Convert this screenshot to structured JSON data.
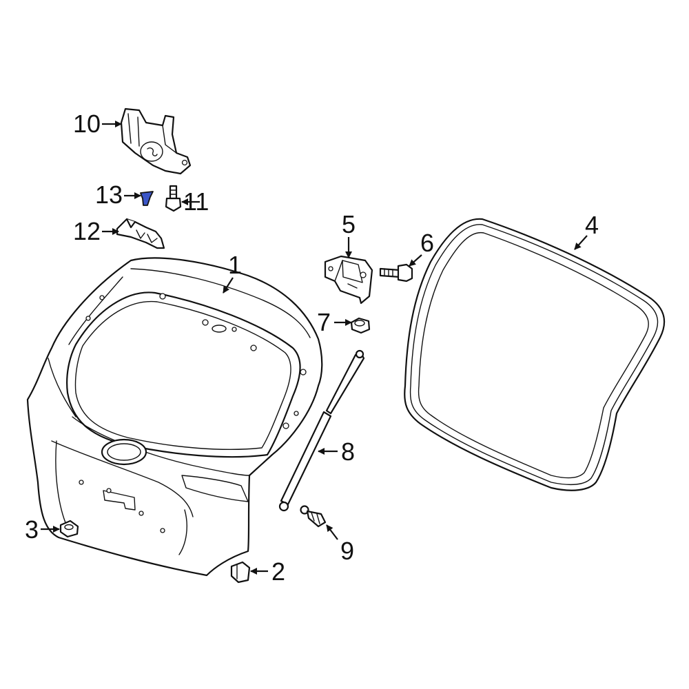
{
  "callouts": [
    {
      "id": "1",
      "label": "1"
    },
    {
      "id": "2",
      "label": "2"
    },
    {
      "id": "3",
      "label": "3"
    },
    {
      "id": "4",
      "label": "4"
    },
    {
      "id": "5",
      "label": "5"
    },
    {
      "id": "6",
      "label": "6"
    },
    {
      "id": "7",
      "label": "7"
    },
    {
      "id": "8",
      "label": "8"
    },
    {
      "id": "9",
      "label": "9"
    },
    {
      "id": "10",
      "label": "10"
    },
    {
      "id": "11",
      "label": "11"
    },
    {
      "id": "12",
      "label": "12"
    },
    {
      "id": "13",
      "label": "13"
    }
  ],
  "colors": {
    "line": "#111111",
    "background": "#ffffff",
    "highlight_part": "#3b56c8"
  }
}
